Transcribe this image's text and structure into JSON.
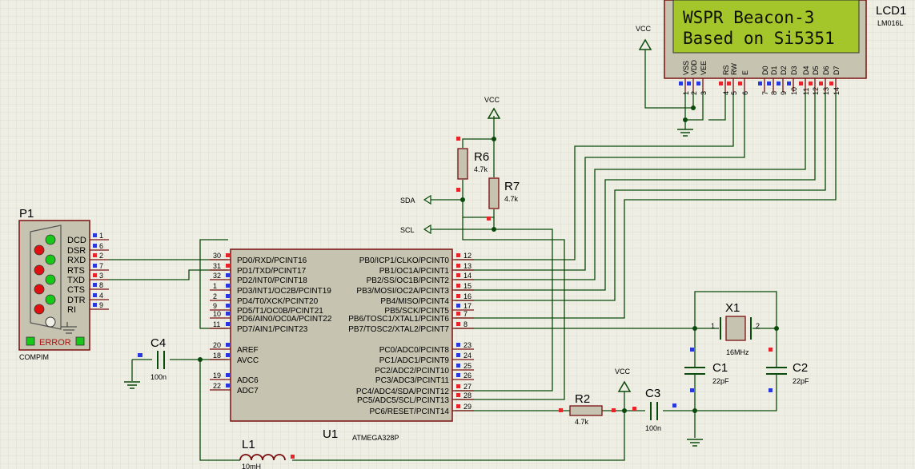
{
  "lcd": {
    "ref": "LCD1",
    "part": "LM016L",
    "line1": "WSPR Beacon-3",
    "line2": "Based on Si5351",
    "pins": [
      "VSS",
      "VDD",
      "VEE",
      "RS",
      "RW",
      "E",
      "D0",
      "D1",
      "D2",
      "D3",
      "D4",
      "D5",
      "D6",
      "D7"
    ],
    "pin_numbers": [
      "1",
      "2",
      "3",
      "4",
      "5",
      "6",
      "7",
      "8",
      "9",
      "10",
      "11",
      "12",
      "13",
      "14"
    ]
  },
  "connector": {
    "ref": "P1",
    "part": "COMPIM",
    "error": "ERROR",
    "signals": [
      "DCD",
      "DSR",
      "RXD",
      "RTS",
      "TXD",
      "CTS",
      "DTR",
      "RI"
    ],
    "pin_numbers": [
      "1",
      "6",
      "2",
      "7",
      "3",
      "8",
      "4",
      "9"
    ]
  },
  "mcu": {
    "ref": "U1",
    "part": "ATMEGA328P",
    "left_pins": [
      {
        "num": "30",
        "name": "PD0/RXD/PCINT16"
      },
      {
        "num": "31",
        "name": "PD1/TXD/PCINT17"
      },
      {
        "num": "32",
        "name": "PD2/INT0/PCINT18"
      },
      {
        "num": "1",
        "name": "PD3/INT1/OC2B/PCINT19"
      },
      {
        "num": "2",
        "name": "PD4/T0/XCK/PCINT20"
      },
      {
        "num": "9",
        "name": "PD5/T1/OC0B/PCINT21"
      },
      {
        "num": "10",
        "name": "PD6/AIN0/OC0A/PCINT22"
      },
      {
        "num": "11",
        "name": "PD7/AIN1/PCINT23"
      },
      {
        "num": "20",
        "name": "AREF"
      },
      {
        "num": "18",
        "name": "AVCC"
      },
      {
        "num": "19",
        "name": "ADC6"
      },
      {
        "num": "22",
        "name": "ADC7"
      }
    ],
    "right_pins": [
      {
        "num": "12",
        "name": "PB0/ICP1/CLKO/PCINT0"
      },
      {
        "num": "13",
        "name": "PB1/OC1A/PCINT1"
      },
      {
        "num": "14",
        "name": "PB2/SS/OC1B/PCINT2"
      },
      {
        "num": "15",
        "name": "PB3/MOSI/OC2A/PCINT3"
      },
      {
        "num": "16",
        "name": "PB4/MISO/PCINT4"
      },
      {
        "num": "17",
        "name": "PB5/SCK/PCINT5"
      },
      {
        "num": "7",
        "name": "PB6/TOSC1/XTAL1/PCINT6"
      },
      {
        "num": "8",
        "name": "PB7/TOSC2/XTAL2/PCINT7"
      },
      {
        "num": "23",
        "name": "PC0/ADC0/PCINT8"
      },
      {
        "num": "24",
        "name": "PC1/ADC1/PCINT9"
      },
      {
        "num": "25",
        "name": "PC2/ADC2/PCINT10"
      },
      {
        "num": "26",
        "name": "PC3/ADC3/PCINT11"
      },
      {
        "num": "27",
        "name": "PC4/ADC4/SDA/PCINT12"
      },
      {
        "num": "28",
        "name": "PC5/ADC5/SCL/PCINT13"
      },
      {
        "num": "29",
        "name": "PC6/RESET/PCINT14"
      }
    ]
  },
  "components": {
    "r6": {
      "ref": "R6",
      "value": "4.7k"
    },
    "r7": {
      "ref": "R7",
      "value": "4.7k"
    },
    "r2": {
      "ref": "R2",
      "value": "4.7k"
    },
    "c1": {
      "ref": "C1",
      "value": "22pF"
    },
    "c2": {
      "ref": "C2",
      "value": "22pF"
    },
    "c3": {
      "ref": "C3",
      "value": "100n"
    },
    "c4": {
      "ref": "C4",
      "value": "100n"
    },
    "x1": {
      "ref": "X1",
      "value": "16MHz",
      "pin1": "1",
      "pin2": "2"
    },
    "l1": {
      "ref": "L1",
      "value": "10mH"
    }
  },
  "power": {
    "vcc": "VCC"
  },
  "net_labels": {
    "sda": "SDA",
    "scl": "SCL"
  },
  "colors": {
    "background": "#eeeee4",
    "wire": "#0a4a0a",
    "body": "#c6c3b0",
    "body_outline": "#7a1010",
    "lcd_screen": "#a5c62a",
    "pin_red": "#e8242a",
    "pin_blue": "#2838e0",
    "led_green": "#18c818",
    "led_red": "#e01010"
  }
}
